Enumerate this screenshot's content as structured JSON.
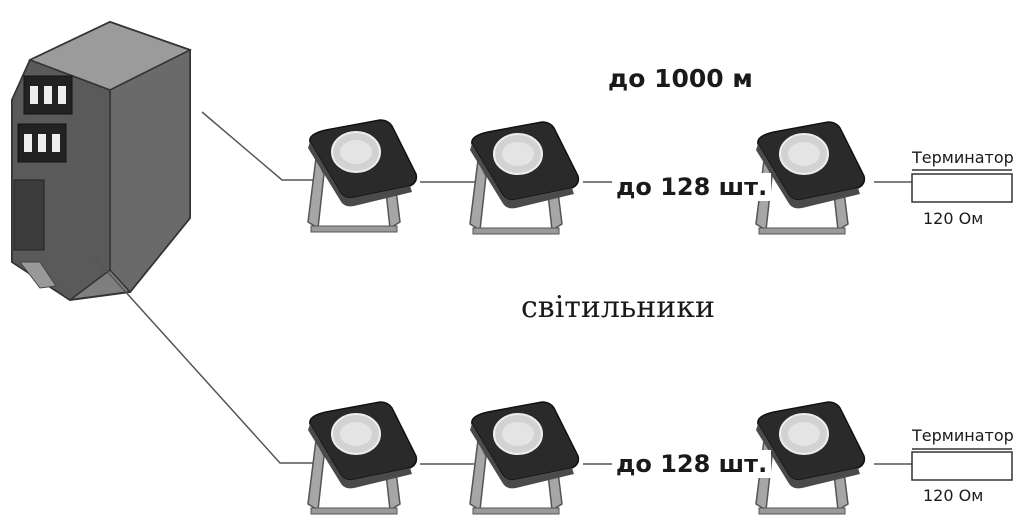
{
  "diagram": {
    "distance_label": "до 1000 м",
    "caption": "світильники",
    "lines": [
      {
        "count_label": "до 128 шт.",
        "terminator_label": "Терминатор",
        "resistance_label": "120 Ом"
      },
      {
        "count_label": "до 128 шт.",
        "terminator_label": "Терминатор",
        "resistance_label": "120 Ом"
      }
    ]
  }
}
